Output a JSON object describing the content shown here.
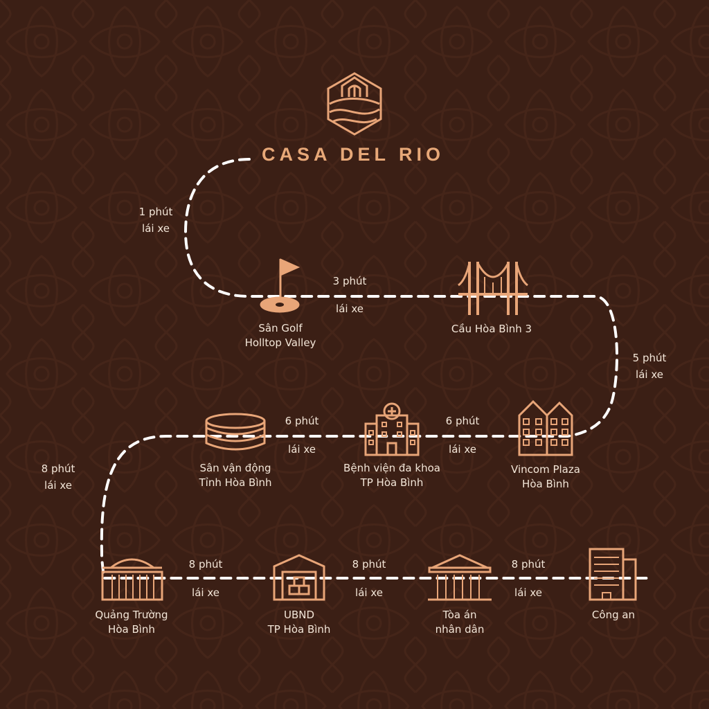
{
  "colors": {
    "background": "#3b1f15",
    "accent": "#e8a578",
    "text": "#f3e6d8",
    "path": "#ffffff"
  },
  "brand": {
    "name": "CASA DEL RIO",
    "logo": "house-hexagon-logo"
  },
  "legs": [
    {
      "time": "1 phút",
      "mode": "lái xe"
    },
    {
      "time": "3 phút",
      "mode": "lái xe"
    },
    {
      "time": "5 phút",
      "mode": "lái xe"
    },
    {
      "time": "6 phút",
      "mode": "lái xe"
    },
    {
      "time": "6 phút",
      "mode": "lái xe"
    },
    {
      "time": "8 phút",
      "mode": "lái xe"
    },
    {
      "time": "8 phút",
      "mode": "lái xe"
    },
    {
      "time": "8 phút",
      "mode": "lái xe"
    },
    {
      "time": "8 phút",
      "mode": "lái xe"
    }
  ],
  "places": [
    {
      "line1": "Sân Golf",
      "line2": "Holltop Valley",
      "icon": "golf-flag-icon"
    },
    {
      "line1": "Cầu Hòa Bình 3",
      "line2": "",
      "icon": "bridge-icon"
    },
    {
      "line1": "Vincom Plaza",
      "line2": "Hòa Bình",
      "icon": "building-icon"
    },
    {
      "line1": "Bệnh viện đa khoa",
      "line2": "TP Hòa Bình",
      "icon": "hospital-icon"
    },
    {
      "line1": "Sân vận động",
      "line2": "Tỉnh Hòa Bình",
      "icon": "stadium-icon"
    },
    {
      "line1": "Quảng Trường",
      "line2": "Hòa Bình",
      "icon": "square-hall-icon"
    },
    {
      "line1": "UBND",
      "line2": "TP Hòa Bình",
      "icon": "warehouse-icon"
    },
    {
      "line1": "Tòa án",
      "line2": "nhân dân",
      "icon": "courthouse-icon"
    },
    {
      "line1": "Công an",
      "line2": "",
      "icon": "tower-icon"
    }
  ]
}
